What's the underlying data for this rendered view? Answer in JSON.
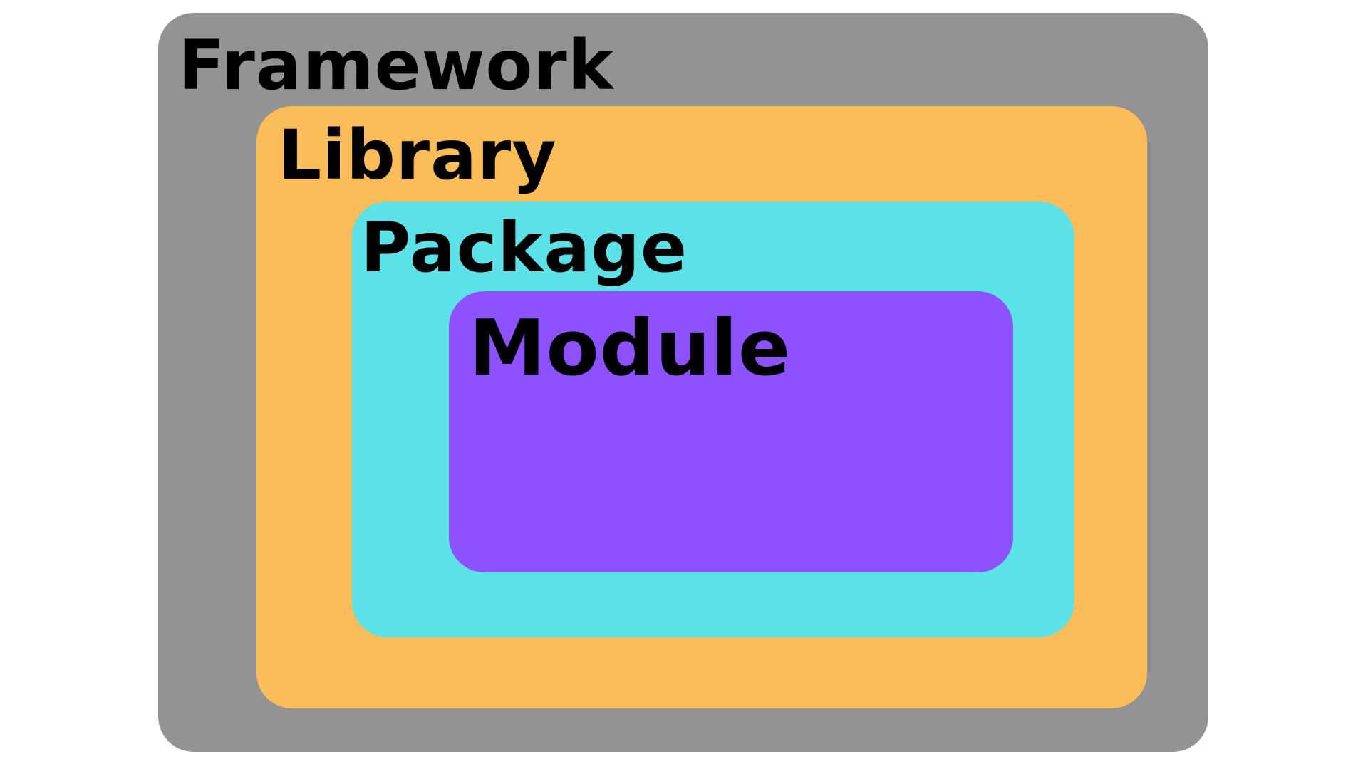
{
  "layers": [
    {
      "id": "framework",
      "label": "Framework",
      "color": "#939393"
    },
    {
      "id": "library",
      "label": "Library",
      "color": "#fdbc5a"
    },
    {
      "id": "package",
      "label": "Package",
      "color": "#5ce1e6"
    },
    {
      "id": "module",
      "label": "Module",
      "color": "#8c52ff"
    }
  ]
}
